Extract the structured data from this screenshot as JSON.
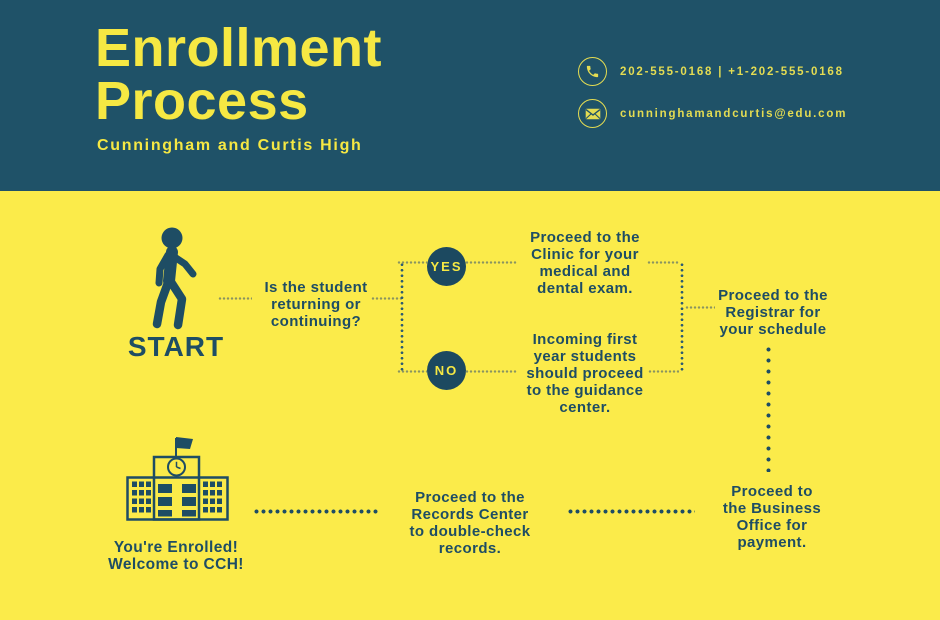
{
  "colors": {
    "header_bg": "#1F5268",
    "body_bg": "#FBEB4A",
    "accent": "#1E4D64",
    "badge_fill": "#1C4960",
    "title_text": "#F6E843",
    "contact_text": "#E4DC52",
    "dots_fine": "#8A9460",
    "dots_dark": "#2C5B72"
  },
  "header": {
    "title": "Enrollment\nProcess",
    "subtitle": "Cunningham and Curtis High",
    "phone": "202-555-0168 | +1-202-555-0168",
    "email": "cunninghamandcurtis@edu.com"
  },
  "icons": {
    "phone": "phone-icon",
    "email": "envelope-icon",
    "start": "walking-person-icon",
    "enrolled": "school-building-icon"
  },
  "flow": {
    "start_label": "START",
    "question": "Is the student\nreturning or\ncontinuing?",
    "yes_label": "YES",
    "no_label": "NO",
    "clinic_step": "Proceed to the\nClinic for your\nmedical and\ndental exam.",
    "guidance_step": "Incoming first\nyear students\nshould proceed\nto the guidance\ncenter.",
    "registrar_step": "Proceed to the\nRegistrar for\nyour schedule",
    "business_step": "Proceed to\nthe Business\nOffice for\npayment.",
    "records_step": "Proceed to the\nRecords Center\nto double-check\nrecords.",
    "enrolled_label": "You're Enrolled!\nWelcome to CCH!"
  }
}
